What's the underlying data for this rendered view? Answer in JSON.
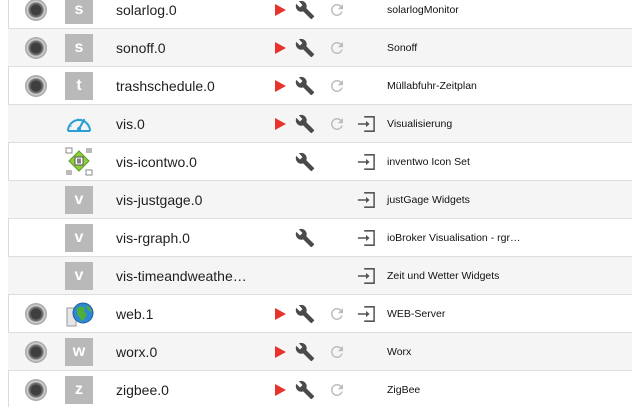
{
  "colors": {
    "play": "#e8332c",
    "icon": "#4a4a4a",
    "icon_disabled": "#bdbdbd",
    "logo_bg": "#b9b9b9",
    "row_alt": "#f5f5f5"
  },
  "rows": [
    {
      "name": "solarlog.0",
      "title": "solarlogMonitor",
      "logo_letter": "s",
      "logo_type": "letter",
      "status": true,
      "play": true,
      "wrench": true,
      "reload": true,
      "upload": false,
      "alt": false
    },
    {
      "name": "sonoff.0",
      "title": "Sonoff",
      "logo_letter": "s",
      "logo_type": "letter",
      "status": true,
      "play": true,
      "wrench": true,
      "reload": true,
      "upload": false,
      "alt": true
    },
    {
      "name": "trashschedule.0",
      "title": "Müllabfuhr-Zeitplan",
      "logo_letter": "t",
      "logo_type": "letter",
      "status": true,
      "play": true,
      "wrench": true,
      "reload": true,
      "upload": false,
      "alt": false
    },
    {
      "name": "vis.0",
      "title": "Visualisierung",
      "logo_letter": "",
      "logo_type": "gauge-icon",
      "status": false,
      "play": true,
      "wrench": true,
      "reload": true,
      "upload": true,
      "alt": true
    },
    {
      "name": "vis-icontwo.0",
      "title": "inventwo Icon Set",
      "logo_letter": "",
      "logo_type": "icon-set-icon",
      "status": false,
      "play": false,
      "wrench": true,
      "reload": false,
      "upload": true,
      "alt": false
    },
    {
      "name": "vis-justgage.0",
      "title": "justGage Widgets",
      "logo_letter": "v",
      "logo_type": "letter",
      "status": false,
      "play": false,
      "wrench": false,
      "reload": false,
      "upload": true,
      "alt": true
    },
    {
      "name": "vis-rgraph.0",
      "title": "ioBroker Visualisation - rgr…",
      "logo_letter": "v",
      "logo_type": "letter",
      "status": false,
      "play": false,
      "wrench": true,
      "reload": false,
      "upload": true,
      "alt": false
    },
    {
      "name": "vis-timeandweathe…",
      "title": "Zeit und Wetter Widgets",
      "logo_letter": "v",
      "logo_type": "letter",
      "status": false,
      "play": false,
      "wrench": false,
      "reload": false,
      "upload": true,
      "alt": true
    },
    {
      "name": "web.1",
      "title": "WEB-Server",
      "logo_letter": "",
      "logo_type": "globe-icon",
      "status": true,
      "play": true,
      "wrench": true,
      "reload": true,
      "upload": true,
      "alt": false
    },
    {
      "name": "worx.0",
      "title": "Worx",
      "logo_letter": "w",
      "logo_type": "letter",
      "status": true,
      "play": true,
      "wrench": true,
      "reload": true,
      "upload": false,
      "alt": true
    },
    {
      "name": "zigbee.0",
      "title": "ZigBee",
      "logo_letter": "z",
      "logo_type": "letter",
      "status": true,
      "play": true,
      "wrench": true,
      "reload": true,
      "upload": false,
      "alt": false
    }
  ]
}
